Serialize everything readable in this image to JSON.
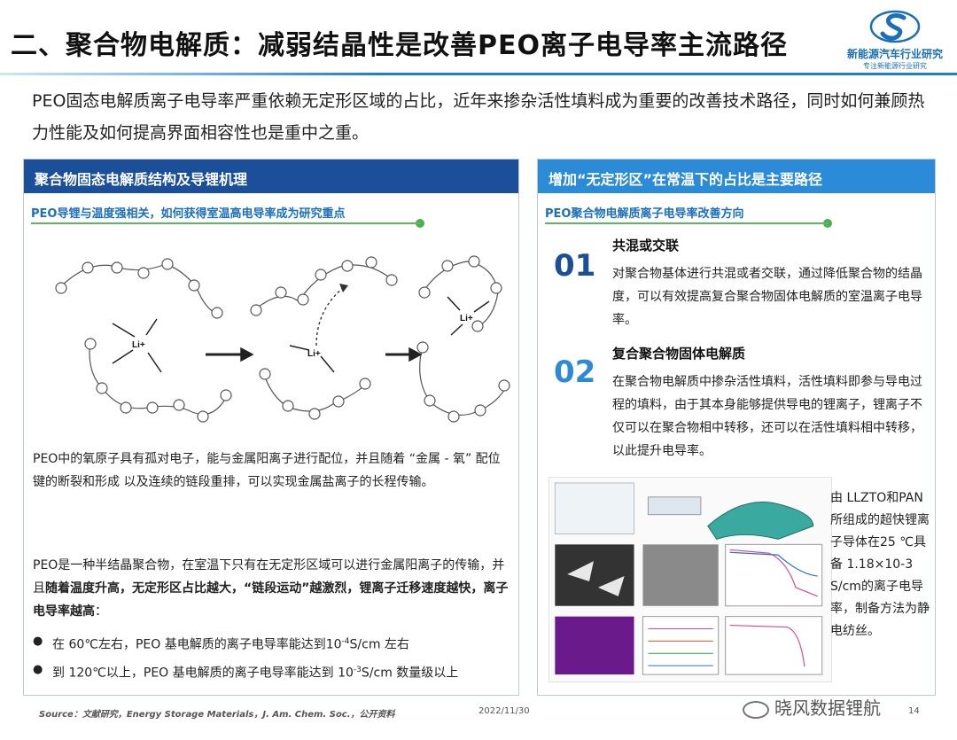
{
  "header": {
    "title": "二、聚合物电解质：减弱结晶性是改善PEO离子电导率主流路径",
    "logo_main": "新能源汽车行业研究",
    "logo_sub": "专注新能源行业研究"
  },
  "intro": "PEO固态电解质离子电导率严重依赖无定形区域的占比，近年来掺杂活性填料成为重要的改善技术路径，同时如何兼顾热力性能及如何提高界面相容性也是重中之重。",
  "left_panel": {
    "header": "聚合物固态电解质结构及导锂机理",
    "subheading": "PEO导锂与温度强相关，如何获得室温高电导率成为研究重点",
    "diagram_label": "Li+",
    "para1": "PEO中的氧原子具有孤对电子，能与金属阳离子进行配位，并且随着 “金属 - 氧” 配位键的断裂和形成 以及连续的链段重排，可以实现金属盐离子的长程传输。",
    "para2_a": "PEO是一种半结晶聚合物，在室温下只有在无定形区域可以进行金属阳离子的传输，并且",
    "para2_b": "随着温度升高，无定形区占比越大，“链段运动”越激烈，锂离子迁移速度越快，离子电导率越高",
    "para2_c": "：",
    "bullet1_a": "在 60℃左右，PEO 基电解质的离子电导率能达到10",
    "bullet1_sup": "-4",
    "bullet1_b": "S/cm 左右",
    "bullet2_a": "到 120℃以上，PEO 基电解质的离子电导率能达到 10",
    "bullet2_sup": "-3",
    "bullet2_b": "S/cm 数量级以上"
  },
  "right_panel": {
    "header": "增加“无定形区”在常温下的占比是主要路径",
    "subheading": "PEO聚合物电解质离子电导率改善方向",
    "item1_num": "01",
    "item1_title": "共混或交联",
    "item1_text": "对聚合物基体进行共混或者交联，通过降低聚合物的结晶度，可以有效提高复合聚合物固体电解质的室温离子电导率。",
    "item2_num": "02",
    "item2_title": "复合聚合物固体电解质",
    "item2_text": "在聚合物电解质中掺杂活性填料，活性填料即参与导电过程的填料，由于其本身能够提供导电的锂离子，锂离子不仅可以在聚合物相中转移，还可以在活性填料相中转移，以此提升电导率。",
    "side_text": "由 LLZTO和PAN所组成的超快锂离子导体在25 ℃具备 1.18×10-3 S/cm的离子电导率，制备方法为静电纺丝。"
  },
  "footer": {
    "source": "Source：文献研究，Energy Storage Materials，J. Am. Chem. Soc.，公开资料",
    "date": "2022/11/30",
    "page": "14",
    "watermark": "晓风数据锂航"
  },
  "colors": {
    "navy": "#1b4f9a",
    "blue": "#2c8bd6",
    "green": "#4caf50"
  }
}
